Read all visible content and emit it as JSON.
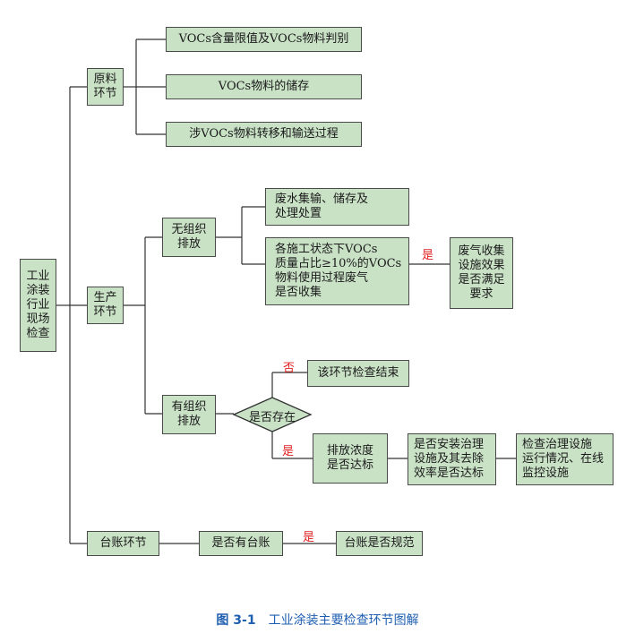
{
  "root": "工业\n涂装\n行业\n现场\n检查",
  "raw": {
    "label": "原料\n环节",
    "items": [
      "VOCs含量限值及VOCs物料判别",
      "VOCs物料的储存",
      "涉VOCs物料转移和输送过程"
    ]
  },
  "production": {
    "label": "生产\n环节",
    "unorganized": {
      "label": "无组织\n排放",
      "item1": "废水集输、储存及\n处理处置",
      "item2": "各施工状态下VOCs\n质量占比≥10%的VOCs\n物料使用过程废气\n是否收集",
      "yes": "是",
      "result": "废气收集\n设施效果\n是否满足\n要求"
    },
    "organized": {
      "label": "有组织\n排放",
      "diamond": "是否存在",
      "no": "否",
      "end": "该环节检查结束",
      "yes": "是",
      "step1": "排放浓度\n是否达标",
      "step2": "是否安装治理\n设施及其去除\n效率是否达标",
      "step3": "检查治理设施\n运行情况、在线\n监控设施"
    }
  },
  "ledger": {
    "label": "台账环节",
    "q": "是否有台账",
    "yes": "是",
    "check": "台账是否规范"
  },
  "caption": {
    "number": "图 3-1",
    "title": "工业涂装主要检查环节图解"
  },
  "colors": {
    "box_fill": "#c9e2c6",
    "line": "#4a4a4a",
    "label_red": "#e02020",
    "caption_blue": "#1f5fb0"
  }
}
